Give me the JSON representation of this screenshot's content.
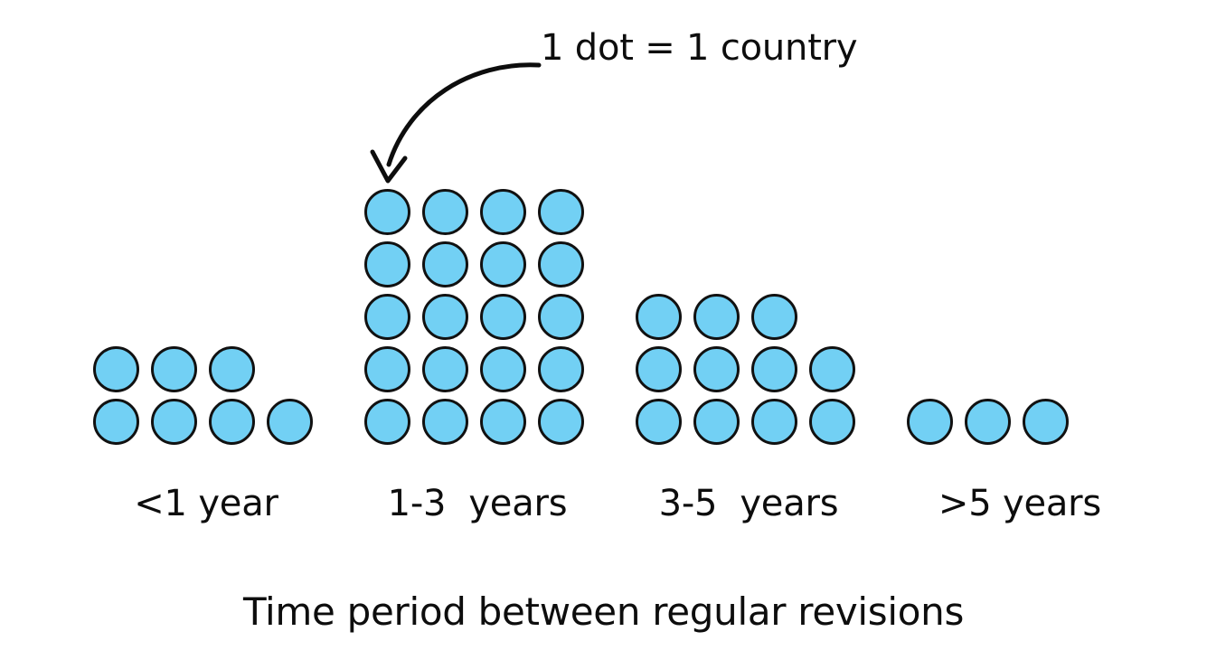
{
  "chart_data": {
    "type": "bar",
    "subtype": "dot-plot",
    "title": "",
    "xlabel": "Time period between regular revisions",
    "ylabel": "",
    "categories": [
      "<1 year",
      "1-3  years",
      "3-5  years",
      ">5 years"
    ],
    "values": [
      7,
      20,
      11,
      3
    ],
    "unit": "countries",
    "dot_value": 1,
    "dots_per_row": 4,
    "grid": false,
    "legend": "none",
    "series": [
      {
        "name": "Number of countries",
        "values": [
          7,
          20,
          11,
          3
        ]
      }
    ],
    "row_counts": [
      [
        3,
        4
      ],
      [
        4,
        4,
        4,
        4,
        4
      ],
      [
        3,
        4,
        4
      ],
      [
        3
      ]
    ],
    "annotations": [
      {
        "text": "1 dot = 1 country",
        "points_to": "first dot of 1-3 years group"
      }
    ],
    "colors": {
      "dot_fill": "#72d0f4",
      "dot_stroke": "#111111",
      "text": "#0d0d0d",
      "background": "#ffffff"
    }
  },
  "annotation": {
    "label": "1 dot = 1 country",
    "arrow_icon": "curved-arrow-down-left-icon"
  },
  "caption": {
    "text": "Time period between regular revisions"
  },
  "groups": [
    {
      "label": "<1 year",
      "count": 7,
      "rows": [
        3,
        4
      ]
    },
    {
      "label": "1-3  years",
      "count": 20,
      "rows": [
        4,
        4,
        4,
        4,
        4
      ]
    },
    {
      "label": "3-5  years",
      "count": 11,
      "rows": [
        3,
        4,
        4
      ]
    },
    {
      "label": ">5 years",
      "count": 3,
      "rows": [
        3
      ]
    }
  ]
}
